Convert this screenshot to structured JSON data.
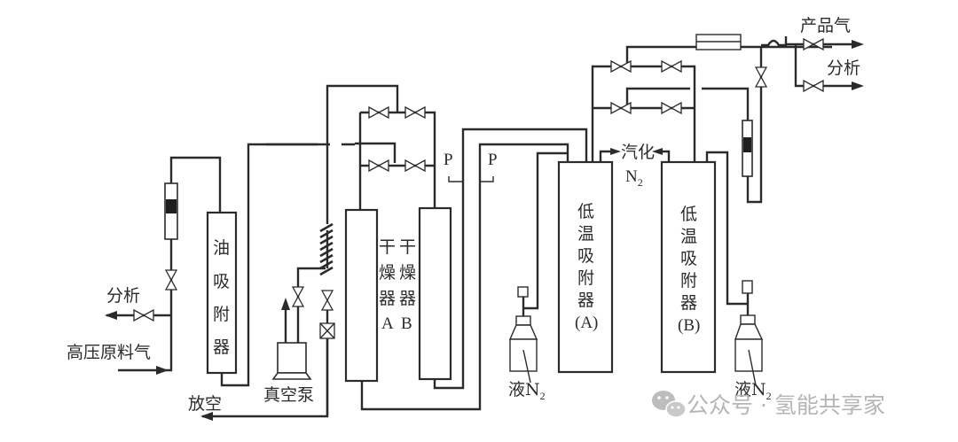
{
  "diagram": {
    "type": "process-flow",
    "title": "",
    "labels": {
      "feed_gas": "高压原料气",
      "analysis_left": "分析",
      "vent": "放空",
      "vacuum_pump": "真空泵",
      "oil_adsorber": [
        "油",
        "吸",
        "附",
        "器"
      ],
      "dryer_a": [
        "干",
        "燥",
        "器",
        "A"
      ],
      "dryer_b": [
        "干",
        "燥",
        "器",
        "B"
      ],
      "pressure_1": "P",
      "pressure_2": "P",
      "low_temp_adsorber_a": [
        "低",
        "温",
        "吸",
        "附",
        "器",
        "(A)"
      ],
      "low_temp_adsorber_b": [
        "低",
        "温",
        "吸",
        "附",
        "器",
        "(B)"
      ],
      "vaporize": "汽化",
      "n2_vapor": "N",
      "n2_vapor_sub": "2",
      "liquid_n2_a": "液N",
      "liquid_n2_a_sub": "2",
      "liquid_n2_b": "液N",
      "liquid_n2_b_sub": "2",
      "product_gas": "产品气",
      "analysis_right": "分析"
    },
    "components": [
      {
        "id": "oil-adsorber",
        "name": "油吸附器"
      },
      {
        "id": "dryer-a",
        "name": "干燥器A"
      },
      {
        "id": "dryer-b",
        "name": "干燥器B"
      },
      {
        "id": "vacuum-pump",
        "name": "真空泵"
      },
      {
        "id": "low-temp-adsorber-a",
        "name": "低温吸附器(A)"
      },
      {
        "id": "low-temp-adsorber-b",
        "name": "低温吸附器(B)"
      },
      {
        "id": "liquid-n2-dewar-a",
        "name": "液N2"
      },
      {
        "id": "liquid-n2-dewar-b",
        "name": "液N2"
      },
      {
        "id": "flowmeter-left",
        "name": "rotameter"
      },
      {
        "id": "flowmeter-right",
        "name": "rotameter"
      },
      {
        "id": "heat-exchanger",
        "name": "heater / filter"
      }
    ]
  },
  "watermark": {
    "icon": "wechat-icon",
    "text": "公众号 · 氢能共享家"
  }
}
